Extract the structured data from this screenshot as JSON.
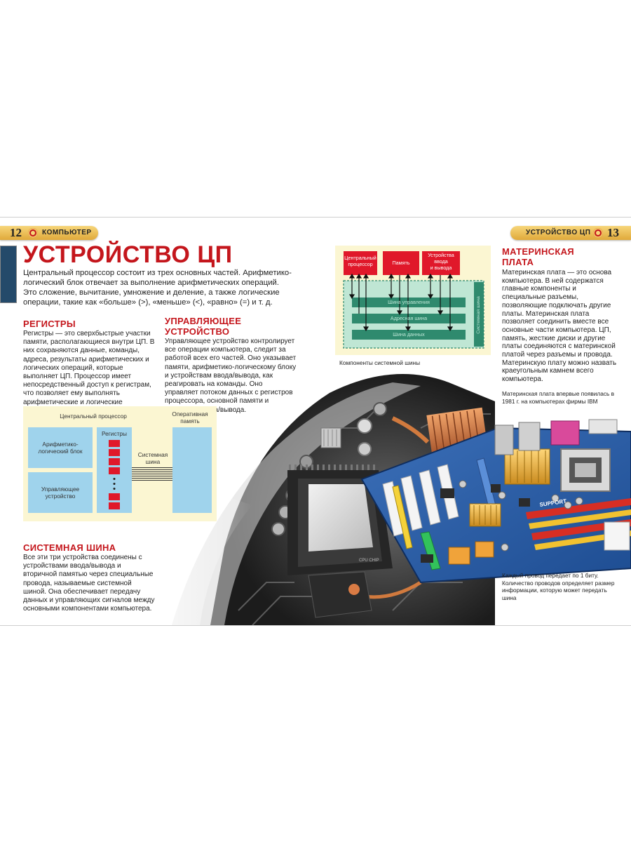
{
  "page_left": {
    "number": "12",
    "section": "КОМПЬЮТЕР",
    "title": "УСТРОЙСТВО ЦП",
    "intro": "Центральный процессор состоит из трех основных частей. Арифметико-логический блок отвечает за выполнение арифметических операций. Это сложение, вычитание, умножение и деление, а также логические операции, такие как «больше» (>), «меньше» (<), «равно» (=) и т. д.",
    "registers": {
      "heading": "РЕГИСТРЫ",
      "text": "Регистры — это сверхбыстрые участки памяти, располагающиеся внутри ЦП. В них сохраняются данные, команды, адреса, результаты арифметических и логических операций, которые выполняет ЦП. Процессор имеет непосредственный доступ к регистрам, что позволяет ему выполнять арифметические и логические операции с данными, хранящимися в регистрах."
    },
    "control_unit": {
      "heading_line1": "УПРАВЛЯЮЩЕЕ",
      "heading_line2": "УСТРОЙСТВО",
      "text": "Управляющее устройство контролирует все операции компьютера, следит за работой всех его частей. Оно указывает памяти, арифметико-логическому блоку и устройствам ввода/вывода, как реагировать на команды. Оно управляет потоком данных с регистров процессора, основной памяти и устройств ввода/вывода."
    },
    "cpu_diagram": {
      "cpu_label": "Центральный процессор",
      "ram_label_line1": "Оперативная",
      "ram_label_line2": "память",
      "alu_line1": "Арифметико-",
      "alu_line2": "логический блок",
      "cu_line1": "Управляющее",
      "cu_line2": "устройство",
      "registers_label": "Регистры",
      "bus_line1": "Системная",
      "bus_line2": "шина"
    },
    "system_bus": {
      "heading": "СИСТЕМНАЯ ШИНА",
      "text": "Все эти три устройства соединены с устройствами ввода/вывода и вторичной памятью через специальные провода, называемые системной шиной. Она обеспечивает передачу данных и управляющих сигналов между основными компонентами компьютера."
    }
  },
  "page_right": {
    "number": "13",
    "section": "УСТРОЙСТВО ЦП",
    "bus_diagram": {
      "cpu_line1": "Центральный",
      "cpu_line2": "процессор",
      "memory": "Память",
      "io_line1": "Устройства",
      "io_line2": "ввода",
      "io_line3": "и вывода",
      "control_bus": "Шина управления",
      "address_bus": "Адресная шина",
      "data_bus": "Шина данных",
      "system_bus_vertical": "Системная шина",
      "caption": "Компоненты системной шины"
    },
    "motherboard": {
      "heading_line1": "МАТЕРИНСКАЯ",
      "heading_line2": "ПЛАТА",
      "text": "Материнская плата — это основа компьютера. В ней содержатся главные компоненты и специальные разъемы, позволяющие подключать другие платы. Материнская плата позволяет соединить вместе все основные части компьютера. ЦП, память, жесткие диски и другие платы соединяются с материнской платой через разъемы и провода. Материнскую плату можно назвать краеугольным камнем всего компьютера.",
      "caption_ibm": "Материнская плата впервые появилась в 1981 г. на компьютерах фирмы IBM",
      "caption_wire": "Каждый провод передает по 1 биту. Количество проводов определяет размер информации, которую может передать шина"
    }
  },
  "colors": {
    "accent_red": "#c4161c",
    "header_gold": "#e9b64d",
    "diagram_bg": "#fbf6d2",
    "diagram_blue": "#9fd3ec",
    "bus_green": "#2f8a6e",
    "register_red": "#e0182a"
  }
}
